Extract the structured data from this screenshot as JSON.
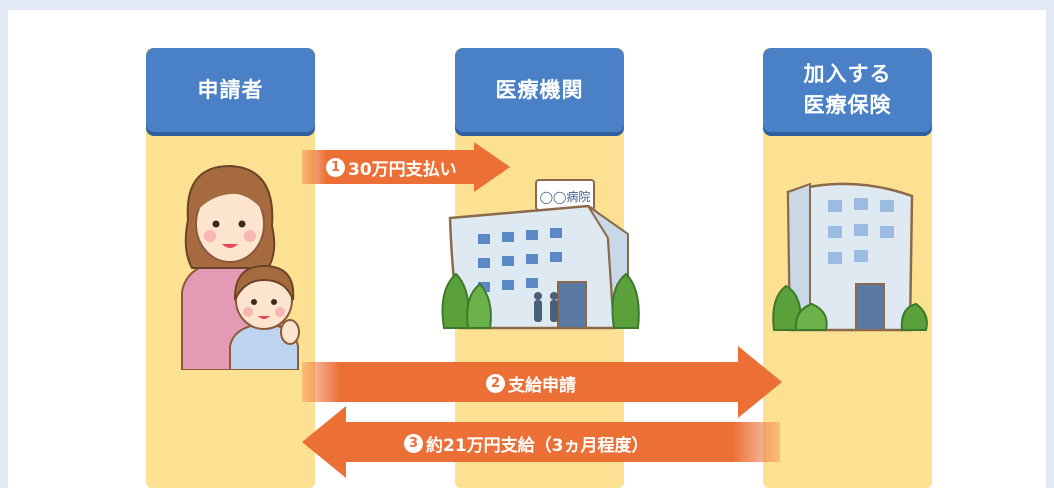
{
  "columns": [
    {
      "label": "申請者"
    },
    {
      "label": "医療機関"
    },
    {
      "label": "加入する\n医療保険"
    }
  ],
  "hospital_sign": "◯◯病院",
  "arrows": [
    {
      "num": "1",
      "label": "30万円支払い",
      "direction": "right"
    },
    {
      "num": "2",
      "label": "支給申請",
      "direction": "right"
    },
    {
      "num": "3",
      "label": "約21万円支給（3ヵ月程度）",
      "direction": "left"
    }
  ],
  "colors": {
    "background": "#e3e9f4",
    "column": "#fde193",
    "header": "#4a80c6",
    "arrow": "#ec6f35",
    "building": "#dfe9f2",
    "tree": "#5aa13c"
  }
}
